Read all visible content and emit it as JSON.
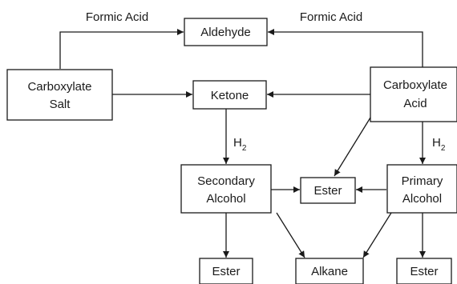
{
  "nodes": {
    "aldehyde": "Aldehyde",
    "carboxylate_salt": [
      "Carboxylate",
      "Salt"
    ],
    "ketone": "Ketone",
    "carboxylic_acid": [
      "Carboxylate",
      "Acid"
    ],
    "secondary_alcohol": [
      "Secondary",
      "Alcohol"
    ],
    "ester_middle": "Ester",
    "primary_alcohol": [
      "Primary",
      "Alcohol"
    ],
    "ester_left": "Ester",
    "alkane": "Alkane",
    "ester_right": "Ester"
  },
  "edge_labels": {
    "formic_acid_left": "Formic Acid",
    "formic_acid_right": "Formic Acid",
    "h2_left": {
      "base": "H",
      "sub": "2"
    },
    "h2_right": {
      "base": "H",
      "sub": "2"
    }
  },
  "colors": {
    "line": "#1a1a1a",
    "background": "#ffffff"
  }
}
